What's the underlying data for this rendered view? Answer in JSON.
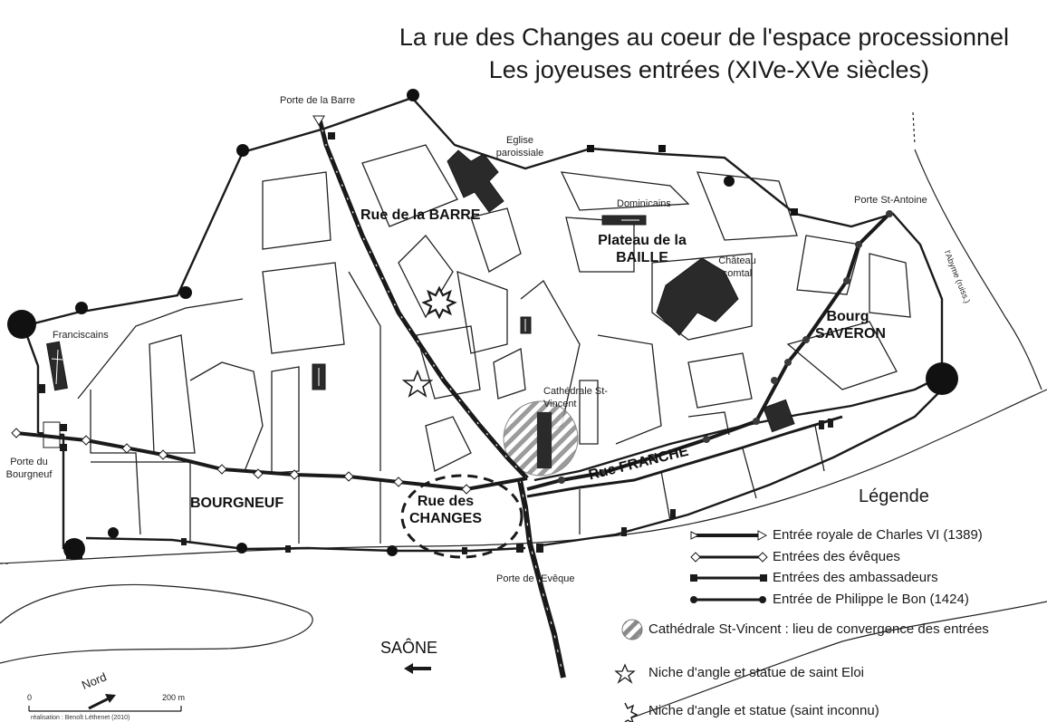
{
  "title": {
    "line1": "La rue des Changes au coeur de l'espace processionnel",
    "line2": "Les joyeuses entrées (XIVe-XVe siècles)"
  },
  "labels": {
    "porte_barre": "Porte de la Barre",
    "eglise": "Eglise paroissiale",
    "dominicains": "Dominicains",
    "porte_st_antoine": "Porte St-Antoine",
    "abyme": "l'Abyme (ruiss.)",
    "rue_barre": "Rue de la BARRE",
    "plateau_baille": "Plateau de la BAILLE",
    "chateau": "Château comtal",
    "bourg_saveron": "Bourg SAVERON",
    "franciscains": "Franciscains",
    "cathedrale": "Cathédrale St-Vincent",
    "porte_bourgneuf": "Porte du Bourgneuf",
    "bourgneuf": "BOURGNEUF",
    "rue_changes": "Rue des CHANGES",
    "rue_franche": "Rue FRANCHE",
    "porte_eveque": "Porte de l'Evêque",
    "saone": "SAÔNE",
    "nord": "Nord",
    "scale_zero": "0",
    "scale_max": "200 m",
    "credit": "réalisation : Benoît Léthenet (2010)"
  },
  "legend": {
    "title": "Légende",
    "items": [
      {
        "id": "royale",
        "label": "Entrée royale de Charles VI (1389)"
      },
      {
        "id": "eveques",
        "label": "Entrées des évêques"
      },
      {
        "id": "ambassadeurs",
        "label": "Entrées des ambassadeurs"
      },
      {
        "id": "philippe",
        "label": "Entrée de Philippe le Bon (1424)"
      },
      {
        "id": "cathedrale",
        "label": "Cathédrale St-Vincent : lieu de convergence des entrées"
      },
      {
        "id": "eloi",
        "label": "Niche d'angle et statue de saint Eloi"
      },
      {
        "id": "inconnu",
        "label": "Niche d'angle et statue (saint inconnu)"
      }
    ]
  },
  "colors": {
    "ink": "#1a1a1a",
    "hatch": "#8a8a8a",
    "building": "#2a2a2a"
  }
}
